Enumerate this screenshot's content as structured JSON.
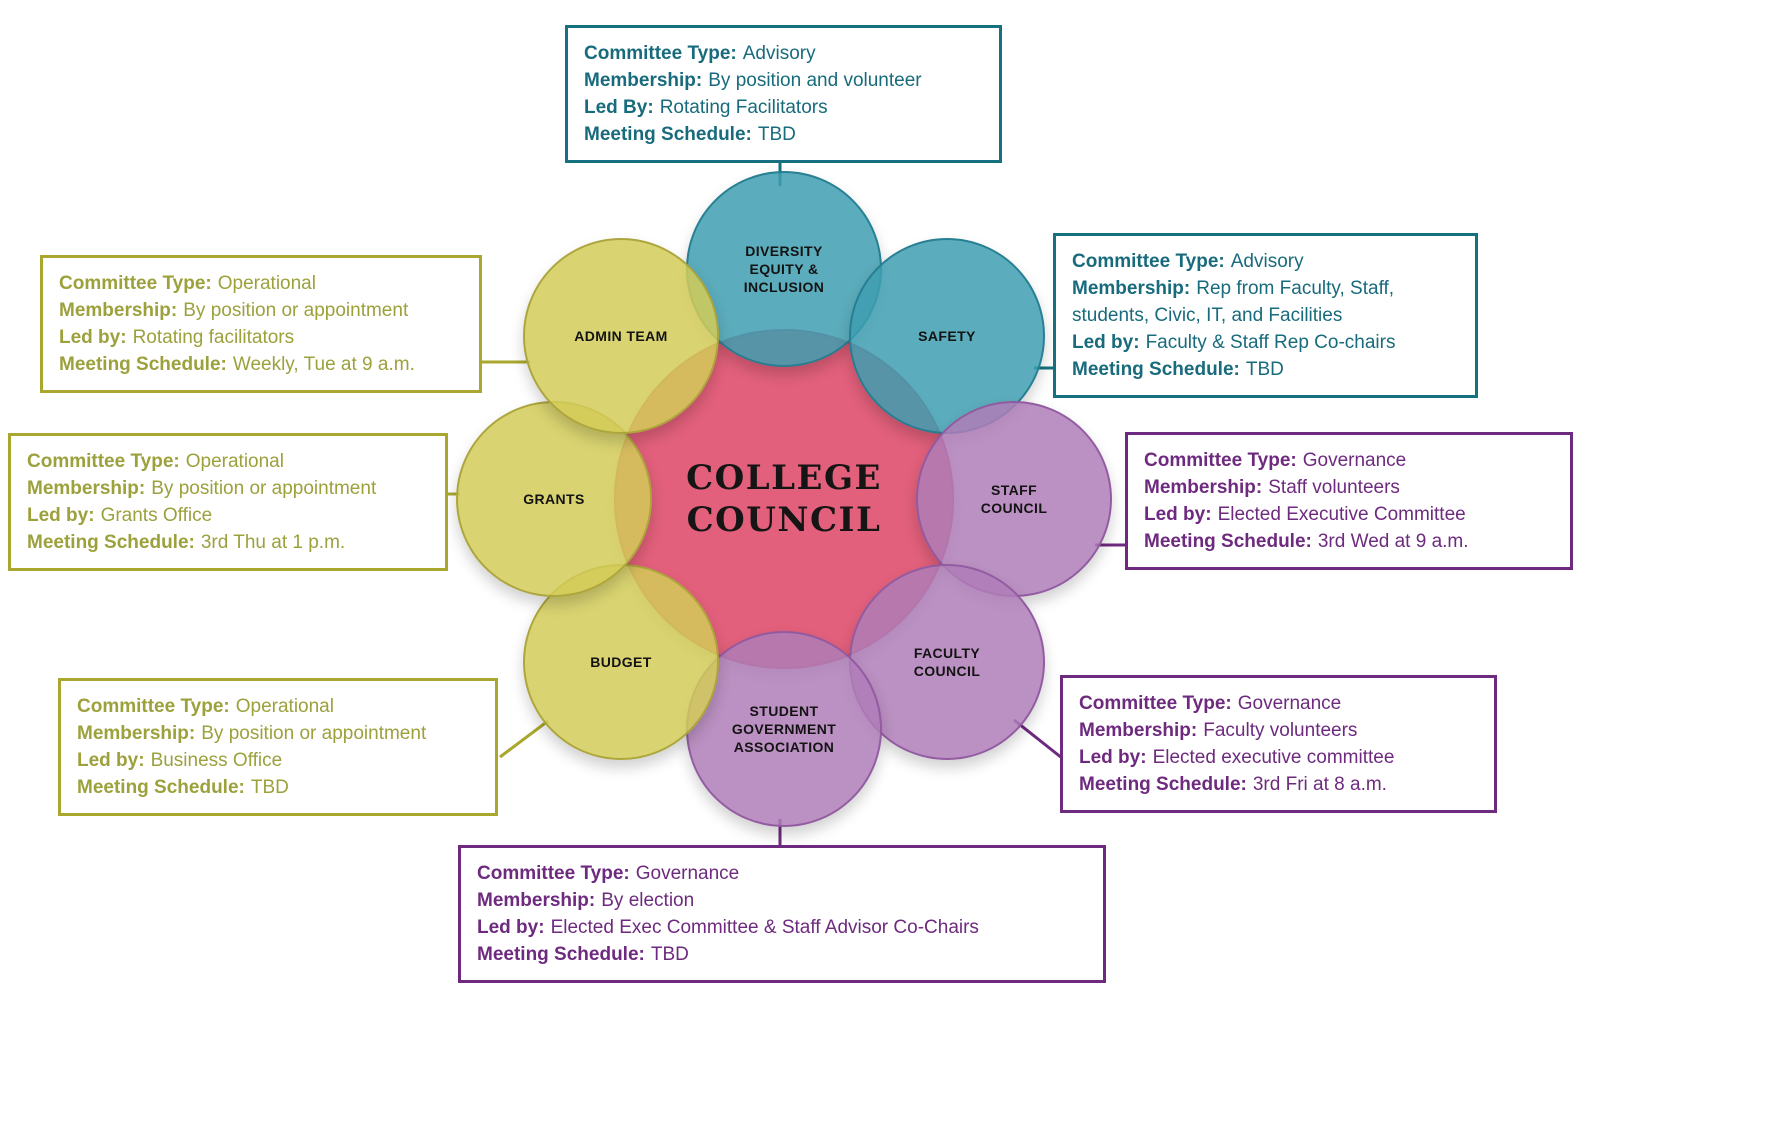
{
  "colors": {
    "teal_text": "#186B7C",
    "teal_border": "#15707F",
    "purple_text": "#6E2A7E",
    "purple_border": "#6E2A7E",
    "olive_text": "#9CA13C",
    "olive_border": "#A9A72E",
    "hub_fill": "#E2607B",
    "hub_border": "#C84F6A",
    "sat_teal_fill": "rgba(62,158,176,0.85)",
    "sat_teal_border": "rgba(34,124,143,0.9)",
    "sat_yellow_fill": "rgba(210,203,88,0.85)",
    "sat_yellow_border": "rgba(169,162,58,0.9)",
    "sat_purple_fill": "rgba(175,124,183,0.85)",
    "sat_purple_border": "rgba(143,88,160,0.9)"
  },
  "center": {
    "lines": [
      "COLLEGE",
      "COUNCIL"
    ]
  },
  "circles": {
    "dei": {
      "lines": [
        "DIVERSITY",
        "EQUITY &",
        "INCLUSION"
      ]
    },
    "safety": {
      "lines": [
        "SAFETY"
      ]
    },
    "staff": {
      "lines": [
        "STAFF",
        "COUNCIL"
      ]
    },
    "faculty": {
      "lines": [
        "FACULTY",
        "COUNCIL"
      ]
    },
    "sga": {
      "lines": [
        "STUDENT",
        "GOVERNMENT",
        "ASSOCIATION"
      ]
    },
    "budget": {
      "lines": [
        "BUDGET"
      ]
    },
    "grants": {
      "lines": [
        "GRANTS"
      ]
    },
    "admin": {
      "lines": [
        "ADMIN TEAM"
      ]
    }
  },
  "boxes": {
    "dei": {
      "rows": [
        {
          "label": "Committee Type:",
          "value": "Advisory"
        },
        {
          "label": "Membership:",
          "value": "By position and volunteer"
        },
        {
          "label": "Led By:",
          "value": "Rotating Facilitators"
        },
        {
          "label": "Meeting Schedule:",
          "value": "TBD"
        }
      ]
    },
    "safety": {
      "rows": [
        {
          "label": "Committee Type:",
          "value": "Advisory"
        },
        {
          "label": "Membership:",
          "value": "Rep from Faculty, Staff, students, Civic, IT, and Facilities"
        },
        {
          "label": "Led by:",
          "value": "Faculty & Staff Rep Co-chairs"
        },
        {
          "label": "Meeting Schedule:",
          "value": "TBD"
        }
      ]
    },
    "staff": {
      "rows": [
        {
          "label": "Committee Type:",
          "value": "Governance"
        },
        {
          "label": "Membership:",
          "value": "Staff volunteers"
        },
        {
          "label": "Led by:",
          "value": "Elected Executive Committee"
        },
        {
          "label": "Meeting Schedule:",
          "value": "3rd Wed at 9 a.m."
        }
      ]
    },
    "faculty": {
      "rows": [
        {
          "label": "Committee Type:",
          "value": "Governance"
        },
        {
          "label": "Membership:",
          "value": "Faculty volunteers"
        },
        {
          "label": "Led by:",
          "value": "Elected executive committee"
        },
        {
          "label": "Meeting Schedule:",
          "value": "3rd Fri at 8 a.m."
        }
      ]
    },
    "sga": {
      "rows": [
        {
          "label": "Committee Type:",
          "value": "Governance"
        },
        {
          "label": "Membership:",
          "value": "By election"
        },
        {
          "label": "Led by:",
          "value": "Elected Exec Committee & Staff Advisor Co-Chairs"
        },
        {
          "label": "Meeting Schedule:",
          "value": "TBD"
        }
      ]
    },
    "budget": {
      "rows": [
        {
          "label": "Committee Type:",
          "value": "Operational"
        },
        {
          "label": "Membership:",
          "value": "By position or appointment"
        },
        {
          "label": "Led by:",
          "value": "Business Office"
        },
        {
          "label": "Meeting Schedule:",
          "value": "TBD"
        }
      ]
    },
    "grants": {
      "rows": [
        {
          "label": "Committee Type:",
          "value": "Operational"
        },
        {
          "label": "Membership:",
          "value": "By position or appointment"
        },
        {
          "label": "Led by:",
          "value": "Grants Office"
        },
        {
          "label": "Meeting Schedule:",
          "value": "3rd Thu at 1 p.m."
        }
      ]
    },
    "admin": {
      "rows": [
        {
          "label": "Committee Type:",
          "value": "Operational"
        },
        {
          "label": "Membership:",
          "value": "By position or appointment"
        },
        {
          "label": "Led by:",
          "value": "Rotating facilitators"
        },
        {
          "label": "Meeting Schedule:",
          "value": "Weekly, Tue at 9 a.m."
        }
      ]
    }
  }
}
